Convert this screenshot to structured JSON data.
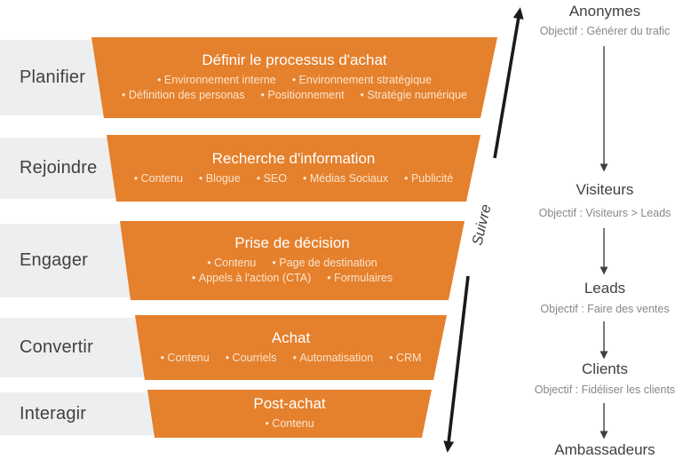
{
  "colors": {
    "accent_orange": "#E5802C",
    "bar_gray": "#EDEEEF",
    "text_dark": "#414042",
    "text_gray": "#85878A",
    "arrow_black": "#1A1A1A"
  },
  "funnel": {
    "track_label": "Suivre",
    "stages": [
      {
        "label": "Planifier",
        "title": "Définir le processus d'achat",
        "item_lines": [
          [
            "Environnement interne",
            "Environnement stratégique"
          ],
          [
            "Définition des personas",
            "Positionnement",
            "Stratégie numérique"
          ]
        ]
      },
      {
        "label": "Rejoindre",
        "title": "Recherche d'information",
        "item_lines": [
          [
            "Contenu",
            "Blogue",
            "SEO",
            "Médias Sociaux",
            "Publicité"
          ]
        ]
      },
      {
        "label": "Engager",
        "title": "Prise de décision",
        "item_lines": [
          [
            "Contenu",
            "Page de destination"
          ],
          [
            "Appels à l'action (CTA)",
            "Formulaires"
          ]
        ]
      },
      {
        "label": "Convertir",
        "title": "Achat",
        "item_lines": [
          [
            "Contenu",
            "Courriels",
            "Automatisation",
            "CRM"
          ]
        ]
      },
      {
        "label": "Interagir",
        "title": "Post-achat",
        "item_lines": [
          [
            "Contenu"
          ]
        ]
      }
    ]
  },
  "journey": {
    "steps": [
      {
        "name": "Anonymes",
        "objective": "Objectif : Générer du trafic"
      },
      {
        "name": "Visiteurs",
        "objective": "Objectif : Visiteurs > Leads"
      },
      {
        "name": "Leads",
        "objective": "Objectif : Faire des ventes"
      },
      {
        "name": "Clients",
        "objective": "Objectif : Fidéliser les clients"
      },
      {
        "name": "Ambassadeurs"
      }
    ]
  }
}
